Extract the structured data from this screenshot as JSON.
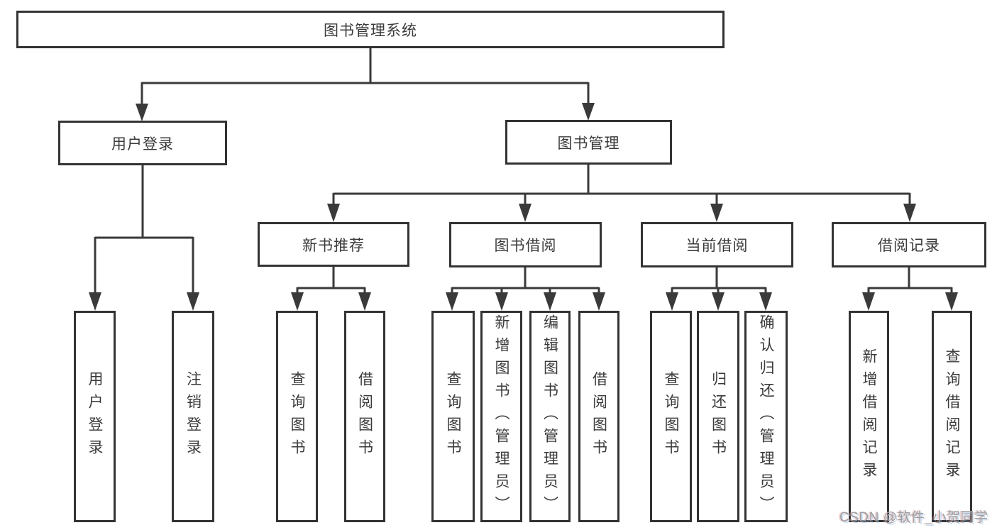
{
  "palette": {
    "line": "#3a3a3a",
    "box_border": "#333333",
    "box_background": "#ffffff",
    "text": "#3a3a3a",
    "watermark": "#9f9f9f"
  },
  "watermark": {
    "text": "CSDN @软件_小贺同学"
  },
  "tree": {
    "label": "图书管理系统",
    "children": [
      {
        "label": "用户登录",
        "children": [
          {
            "label": "用户登录"
          },
          {
            "label": "注销登录"
          }
        ]
      },
      {
        "label": "图书管理",
        "children": [
          {
            "label": "新书推荐",
            "children": [
              {
                "label": "查询图书"
              },
              {
                "label": "借阅图书"
              }
            ]
          },
          {
            "label": "图书借阅",
            "children": [
              {
                "label": "查询图书"
              },
              {
                "label": "新增图书（管理员）"
              },
              {
                "label": "编辑图书（管理员）"
              },
              {
                "label": "借阅图书"
              }
            ]
          },
          {
            "label": "当前借阅",
            "children": [
              {
                "label": "查询图书"
              },
              {
                "label": "归还图书"
              },
              {
                "label": "确认归还（管理员）"
              }
            ]
          },
          {
            "label": "借阅记录",
            "children": [
              {
                "label": "新增借阅记录"
              },
              {
                "label": "查询借阅记录"
              }
            ]
          }
        ]
      }
    ]
  }
}
